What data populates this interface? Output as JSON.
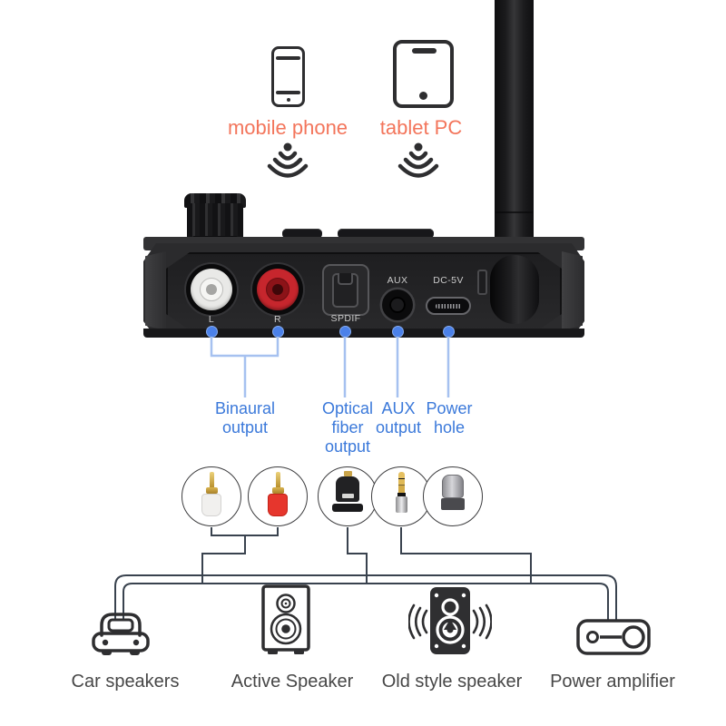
{
  "page": {
    "background": "#ffffff"
  },
  "colors": {
    "accent_coral": "#F3755B",
    "label_blue": "#3B79DA",
    "dot_blue": "#4B81E9",
    "line_blue": "#A6C1F0",
    "line_dark": "#39424E",
    "icon_dark": "#2E2E30",
    "caption_gray": "#474747",
    "rca_white": "#E9E9E7",
    "rca_red": "#C6262D"
  },
  "wireless_sources": {
    "items": [
      {
        "icon": "smartphone-icon",
        "label": "mobile phone"
      },
      {
        "icon": "tablet-icon",
        "label": "tablet PC"
      }
    ],
    "signal_icon": "wireless-signal-icon"
  },
  "device": {
    "name": "bluetooth-audio-receiver",
    "parts": {
      "knob": "volume-knob",
      "antenna": "antenna"
    },
    "ports": [
      {
        "id": "rca-left",
        "label": "L"
      },
      {
        "id": "rca-right",
        "label": "R"
      },
      {
        "id": "spdif",
        "label": "SPDIF"
      },
      {
        "id": "aux",
        "label": "AUX"
      },
      {
        "id": "usb-c-power",
        "label": "DC-5V"
      }
    ]
  },
  "annotations": [
    {
      "label": "Binaural output"
    },
    {
      "label": "Optical fiber output"
    },
    {
      "label": "AUX output"
    },
    {
      "label": "Power hole"
    }
  ],
  "connectors": [
    {
      "icon": "rca-plug-white-icon"
    },
    {
      "icon": "rca-plug-red-icon"
    },
    {
      "icon": "optical-toslink-plug-icon"
    },
    {
      "icon": "aux-35mm-plug-icon"
    },
    {
      "icon": "usb-c-plug-icon"
    }
  ],
  "outputs": [
    {
      "icon": "car-icon",
      "label": "Car speakers"
    },
    {
      "icon": "bookshelf-speaker-icon",
      "label": "Active Speaker"
    },
    {
      "icon": "old-style-speaker-icon",
      "label": "Old style speaker"
    },
    {
      "icon": "power-amplifier-icon",
      "label": "Power amplifier"
    }
  ]
}
